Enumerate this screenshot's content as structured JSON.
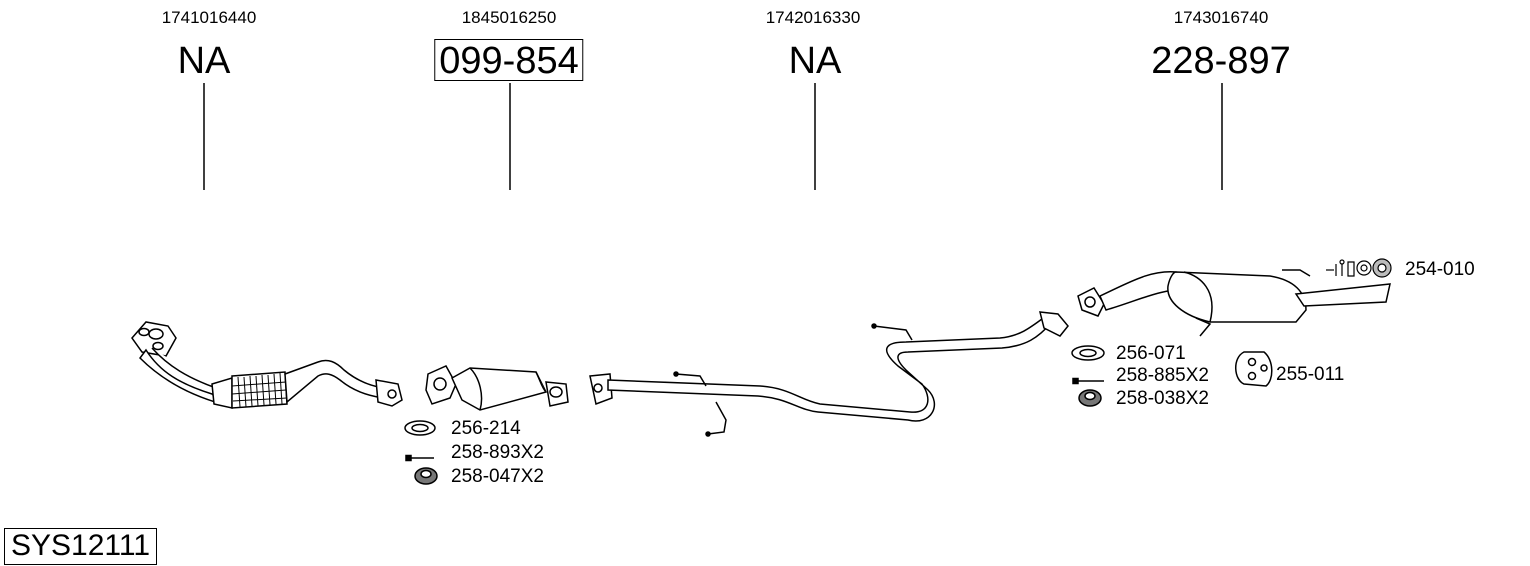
{
  "system": {
    "code": "SYS12111"
  },
  "sections": [
    {
      "oe_number": "1741016440",
      "part_number": "NA",
      "boxed": false
    },
    {
      "oe_number": "1845016250",
      "part_number": "099-854",
      "boxed": true
    },
    {
      "oe_number": "1742016330",
      "part_number": "NA",
      "boxed": false
    },
    {
      "oe_number": "1743016740",
      "part_number": "228-897",
      "boxed": false
    }
  ],
  "fittings": {
    "catalyst_gasket": "256-214",
    "catalyst_bolt": "258-893X2",
    "catalyst_nut": "258-047X2",
    "rear_gasket": "256-071",
    "rear_bolt": "258-885X2",
    "rear_nut": "258-038X2",
    "rear_hanger": "255-011",
    "mounting_kit": "254-010"
  }
}
